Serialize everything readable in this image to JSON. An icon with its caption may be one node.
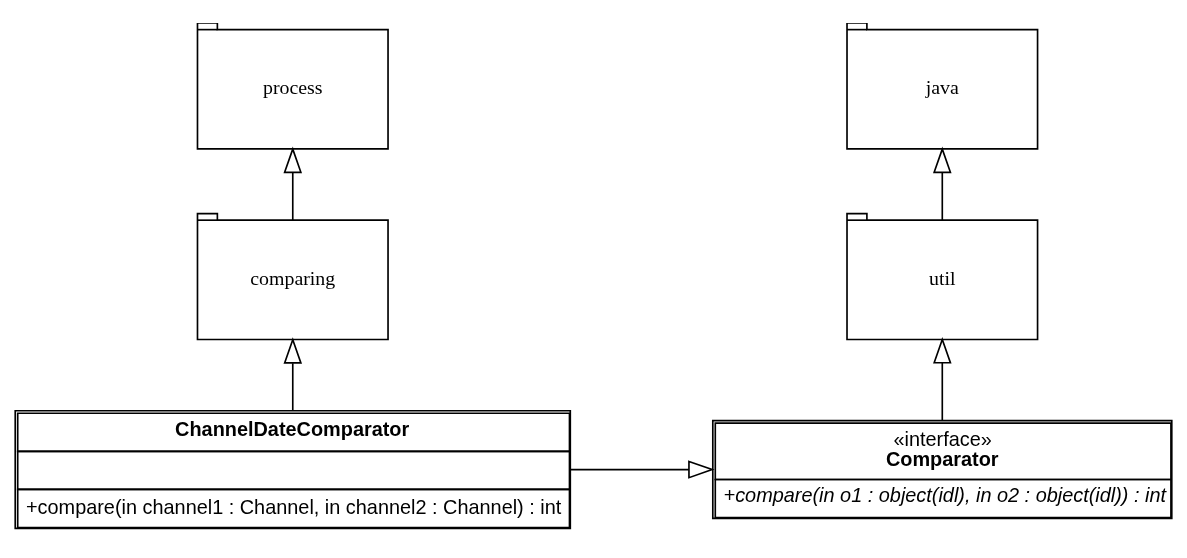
{
  "diagram": {
    "nodes": [
      {
        "text": [
          "process"
        ]
      },
      {
        "text": [
          "comparing"
        ]
      },
      {
        "text": [
          "java"
        ]
      },
      {
        "text": [
          "util"
        ]
      },
      {
        "text": [
          "ChannelDateComparator",
          "+compare(in channel1 : Channel, in channel2 : Channel) : int"
        ]
      },
      {
        "text": [
          "«interface»",
          "Comparator",
          "+compare(in o1 : object(idl), in o2 : object(idl)) : int"
        ]
      }
    ],
    "edges": [
      {
        "from": 1,
        "to": 0,
        "arrow": "to"
      },
      {
        "from": 4,
        "to": 1,
        "arrow": "to"
      },
      {
        "from": 3,
        "to": 2,
        "arrow": "to"
      },
      {
        "from": 5,
        "to": 3,
        "arrow": "to"
      },
      {
        "from": 4,
        "to": 5,
        "arrow": "to"
      }
    ]
  }
}
